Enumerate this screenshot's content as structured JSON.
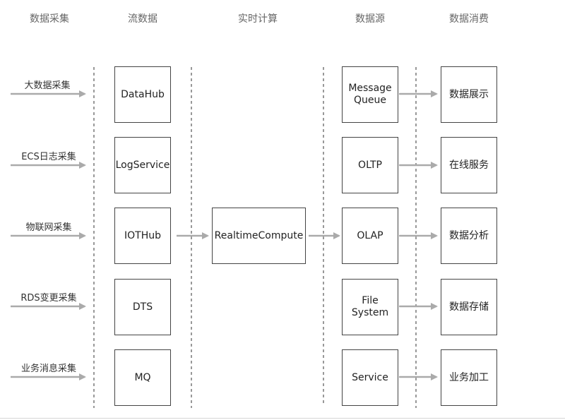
{
  "headers": {
    "collection": "数据采集",
    "stream": "流数据",
    "realtime": "实时计算",
    "datasource": "数据源",
    "consumption": "数据消费"
  },
  "sources": [
    "大数据采集",
    "ECS日志采集",
    "物联网采集",
    "RDS变更采集",
    "业务消息采集"
  ],
  "streams": [
    "DataHub",
    "LogService",
    "IOTHub",
    "DTS",
    "MQ"
  ],
  "compute": "RealtimeCompute",
  "datasources": [
    "Message\nQueue",
    "OLTP",
    "OLAP",
    "File\nSystem",
    "Service"
  ],
  "consumers": [
    "数据展示",
    "在线服务",
    "数据分析",
    "数据存储",
    "业务加工"
  ],
  "colors": {
    "arrow": "#aaaaaa",
    "dashed": "#999999",
    "box_border": "#444444",
    "header_text": "#666666"
  }
}
